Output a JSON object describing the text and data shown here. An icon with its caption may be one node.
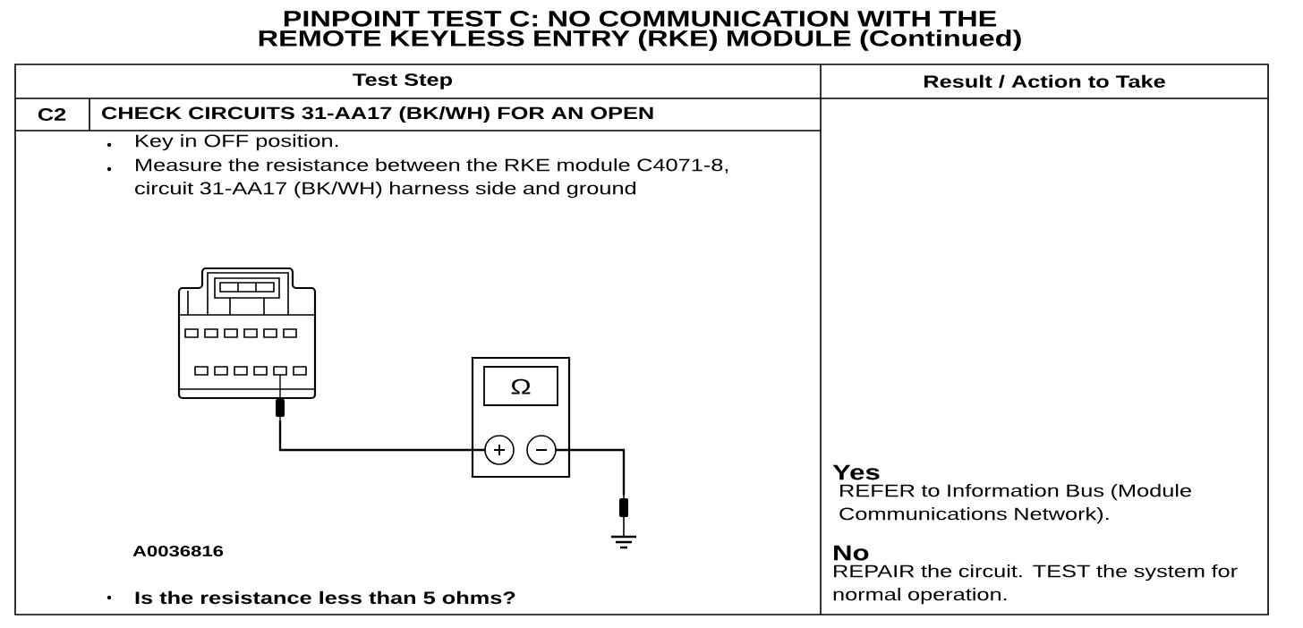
{
  "diagram": {
    "title": "PINPOINT TEST C: NO COMMUNICATION WITH THE REMOTE KEYLESS ENTRY (RKE) MODULE (Continued)",
    "nodes": [
      {
        "text": [],
        "shape": "picture"
      },
      {
        "text": [
          "Ω"
        ]
      },
      {
        "text": [],
        "shape": "picture"
      }
    ],
    "edges": [
      {
        "from": 0,
        "to": 1,
        "arrow": "none"
      },
      {
        "from": 1,
        "to": 2,
        "arrow": "none"
      }
    ],
    "labels": [
      "Test Step",
      "Result / Action to Take",
      "C2",
      "CHECK CIRCUITS 31-AA17 (BK/WH) FOR AN OPEN",
      "Key in OFF position.",
      "Measure the resistance between the RKE module C4071-8, circuit 31-AA17 (BK/WH) harness side and ground",
      "A0036816",
      "Is the resistance less than 5 ohms?",
      "Yes",
      "REFER to Information Bus (Module Communications Network).",
      "No",
      "REPAIR the circuit. TEST the system for normal operation."
    ]
  }
}
